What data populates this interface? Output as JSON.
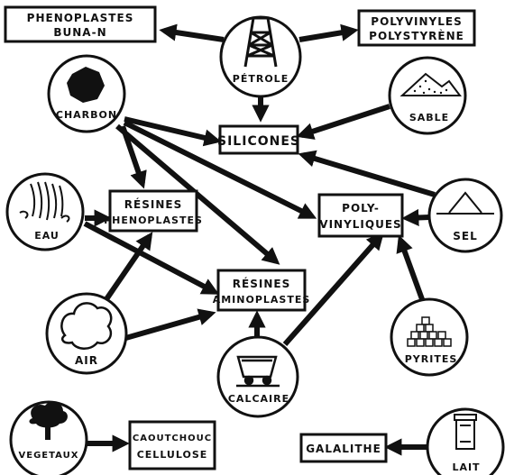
{
  "sources": {
    "petrole": "PÉTROLE",
    "charbon": "CHARBON",
    "sable": "SABLE",
    "eau": "EAU",
    "sel": "SEL",
    "air": "AIR",
    "pyrites": "PYRITES",
    "calcaire": "CALCAIRE",
    "vegetaux": "VEGETAUX",
    "lait": "LAIT"
  },
  "products": {
    "phenoplastes_buna": [
      "PHENOPLASTES",
      "BUNA-N"
    ],
    "polyvinyles": [
      "POLYVINYLES",
      "POLYSTYRÈNE"
    ],
    "silicones": [
      "SILICONES"
    ],
    "resines_pheno": [
      "RÉSINES",
      "PHENOPLASTES"
    ],
    "polyvinyliques": [
      "POLY-",
      "VINYLIQUES"
    ],
    "resines_amino": [
      "RÉSINES",
      "AMINOPLASTES"
    ],
    "caoutchouc": [
      "CAOUTCHOUC",
      "CELLULOSE"
    ],
    "galalithe": [
      "GALALITHE"
    ]
  }
}
